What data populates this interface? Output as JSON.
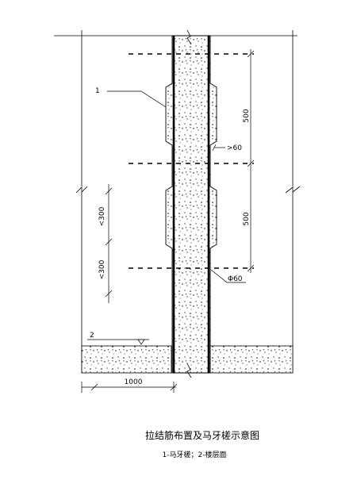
{
  "diagram": {
    "title": "拉结筋布置及马牙槎示意图",
    "legend": "1-马牙槎；2-楼层面",
    "callouts": {
      "item1": "1",
      "item2": "2"
    },
    "dimensions": {
      "spacing_upper": "500",
      "spacing_lower": "500",
      "anchor_length": ">60",
      "bar_diameter": "Φ60",
      "step_upper": "<300",
      "step_lower": "<300",
      "base_length": "1000"
    }
  }
}
